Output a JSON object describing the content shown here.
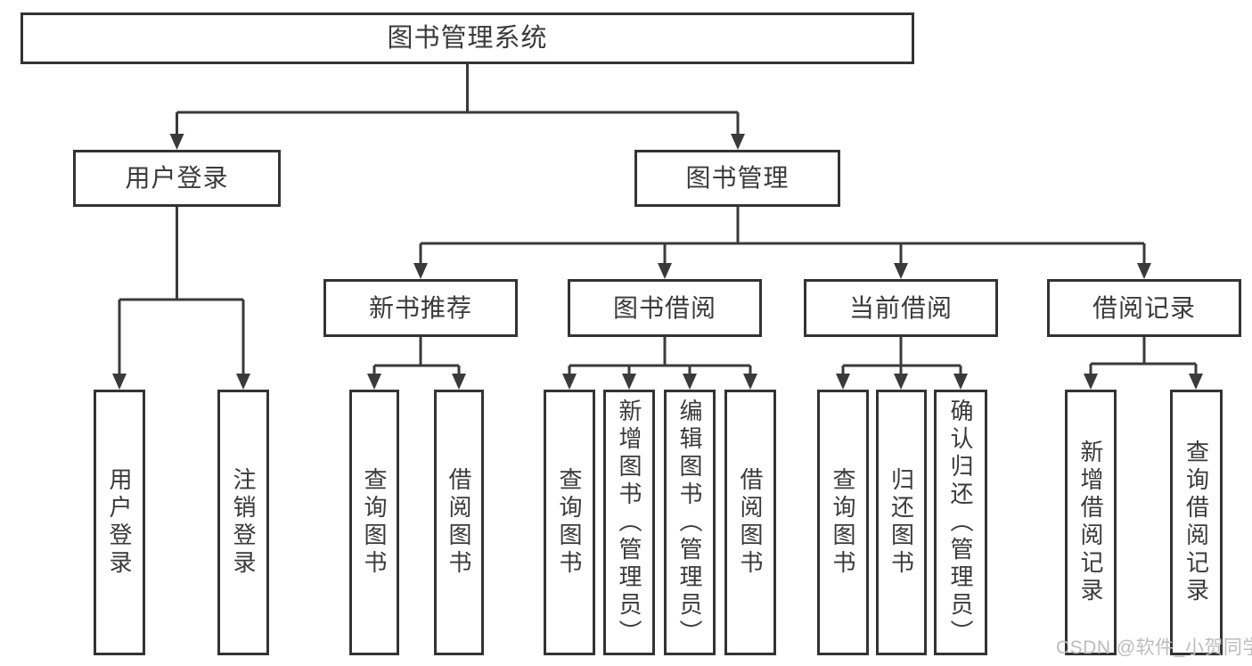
{
  "tree": {
    "label": "图书管理系统",
    "children": [
      {
        "label": "用户登录",
        "children": [
          {
            "label": "用户登录"
          },
          {
            "label": "注销登录"
          }
        ]
      },
      {
        "label": "图书管理",
        "children": [
          {
            "label": "新书推荐",
            "children": [
              {
                "label": "查询图书"
              },
              {
                "label": "借阅图书"
              }
            ]
          },
          {
            "label": "图书借阅",
            "children": [
              {
                "label": "查询图书"
              },
              {
                "label": "新增图书（管理员）"
              },
              {
                "label": "编辑图书（管理员）"
              },
              {
                "label": "借阅图书"
              }
            ]
          },
          {
            "label": "当前借阅",
            "children": [
              {
                "label": "查询图书"
              },
              {
                "label": "归还图书"
              },
              {
                "label": "确认归还（管理员）"
              }
            ]
          },
          {
            "label": "借阅记录",
            "children": [
              {
                "label": "新增借阅记录"
              },
              {
                "label": "查询借阅记录"
              }
            ]
          }
        ]
      }
    ]
  },
  "watermark": {
    "text": "CSDN @软件_小贺同学"
  },
  "colors": {
    "line": "#3a3a3a",
    "box_border": "#333333",
    "text": "#3a3a3a",
    "watermark": "#bcbcbc",
    "background": "#ffffff"
  }
}
